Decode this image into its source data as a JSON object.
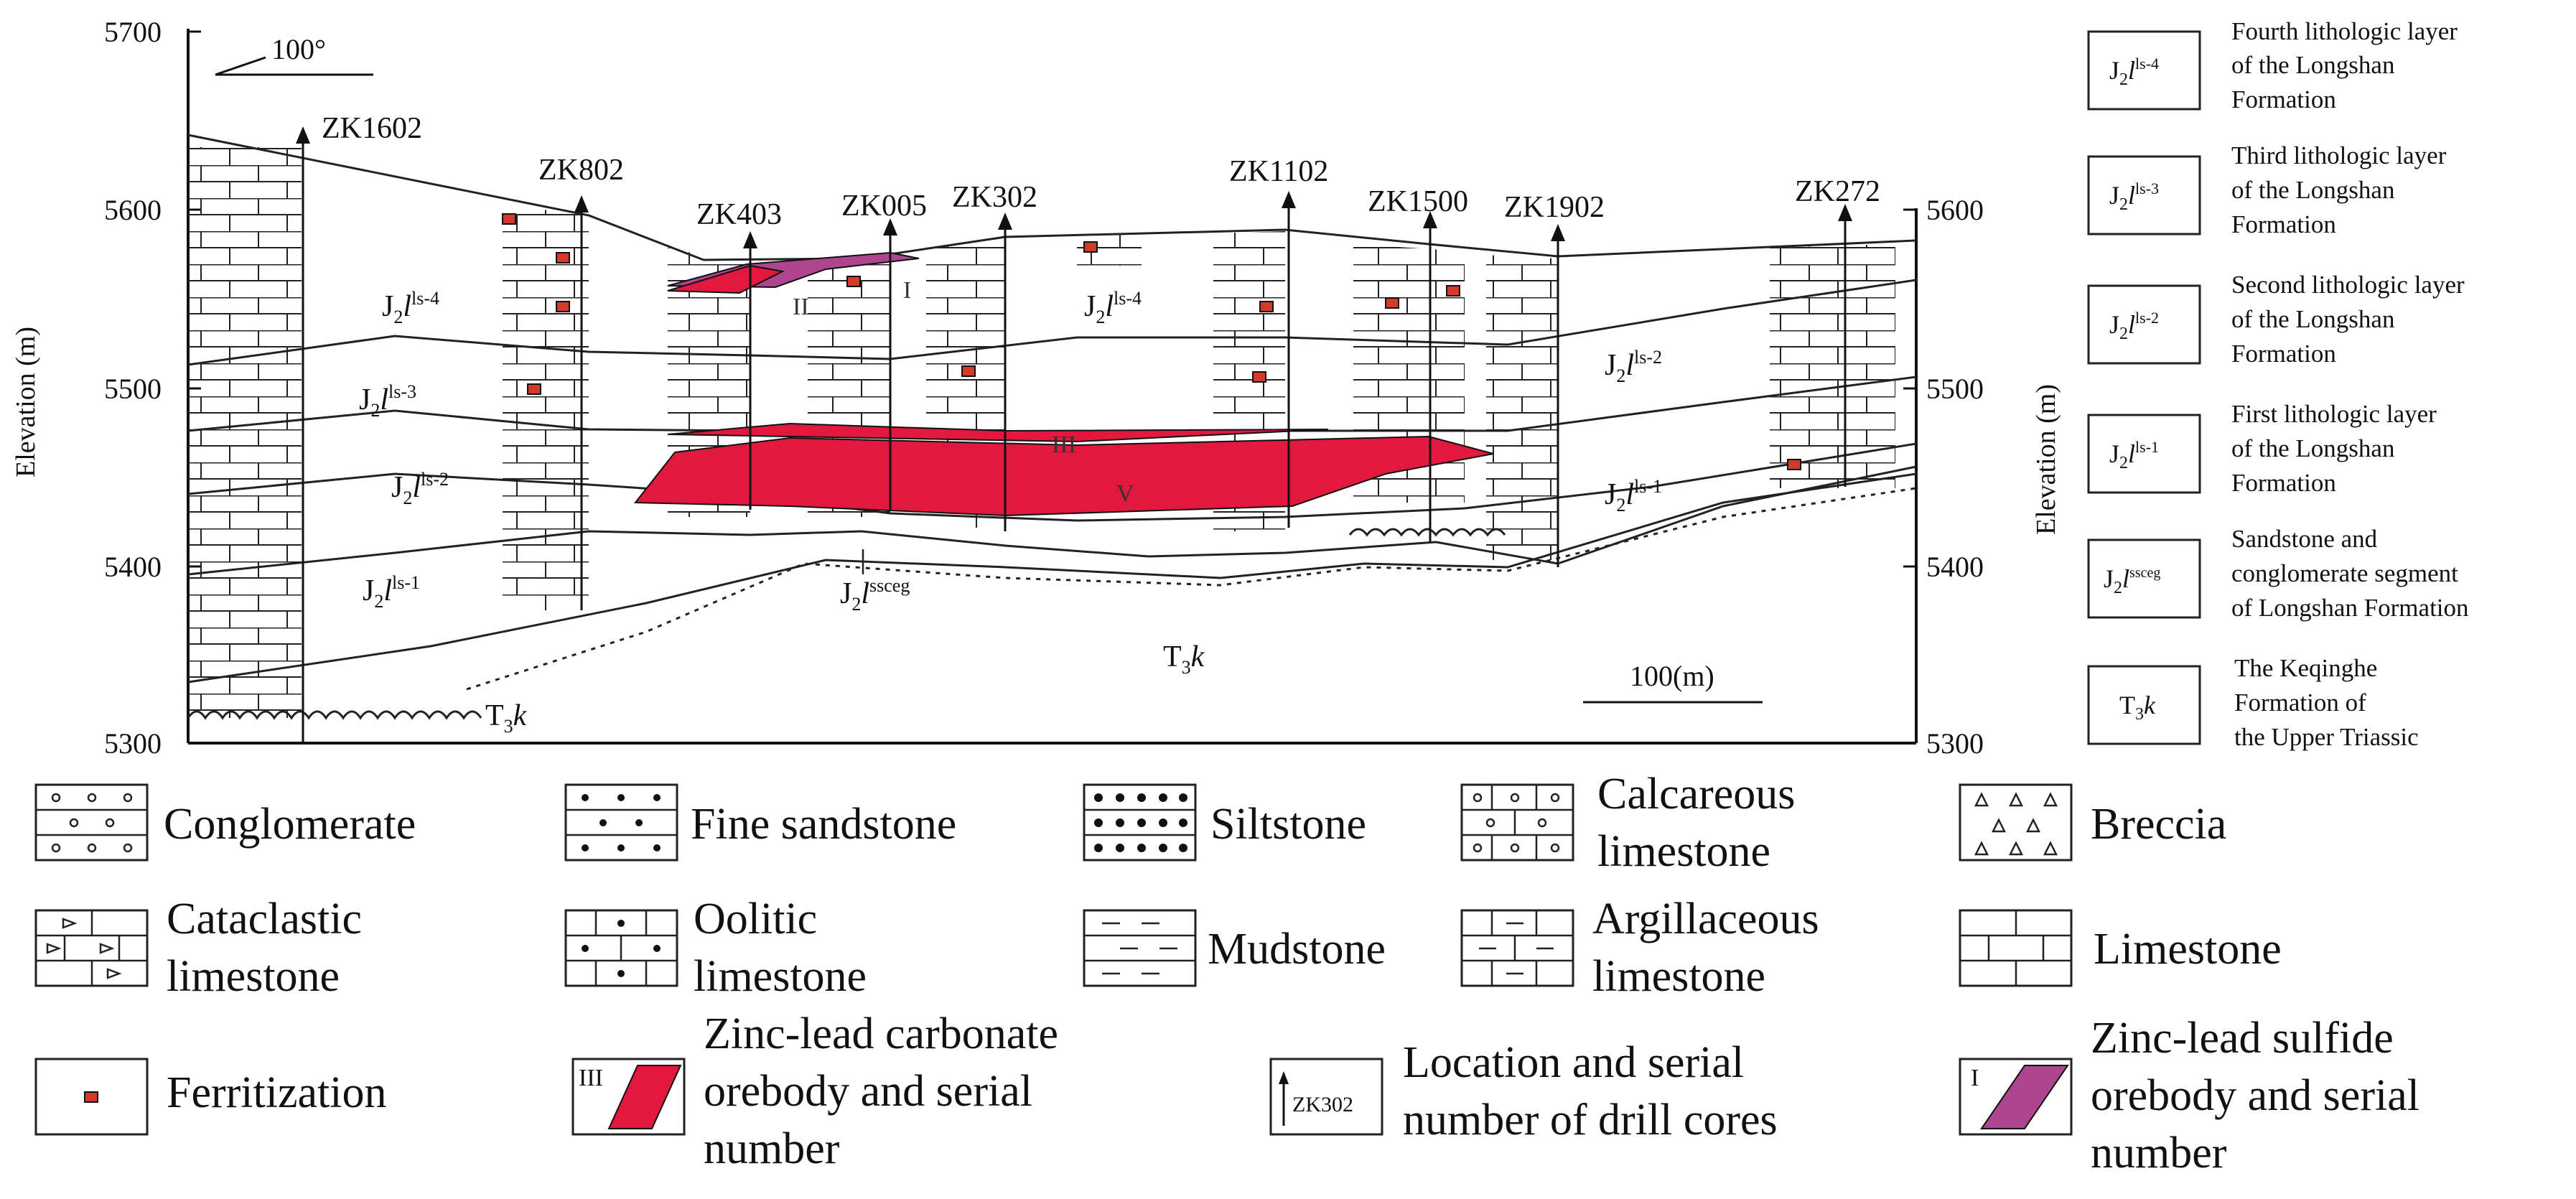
{
  "axes": {
    "left_title": "Elevation (m)",
    "right_title": "Elevation (m)",
    "left_ticks": [
      "5700",
      "5600",
      "5500",
      "5400",
      "5300"
    ],
    "right_ticks": [
      "5600",
      "5500",
      "5400",
      "5300"
    ]
  },
  "orientation": "100°",
  "scale_bar": "100(m)",
  "drill_cores": [
    "ZK1602",
    "ZK802",
    "ZK403",
    "ZK005",
    "ZK302",
    "ZK1102",
    "ZK1500",
    "ZK1902",
    "ZK272"
  ],
  "formations": {
    "ls4": {
      "base": "J",
      "sub": "2",
      "l": "l",
      "sup": "ls-4"
    },
    "ls3": {
      "base": "J",
      "sub": "2",
      "l": "l",
      "sup": "ls-3"
    },
    "ls2": {
      "base": "J",
      "sub": "2",
      "l": "l",
      "sup": "ls-2"
    },
    "ls1": {
      "base": "J",
      "sub": "2",
      "l": "l",
      "sup": "ls-1"
    },
    "ssceg": {
      "base": "J",
      "sub": "2",
      "l": "l",
      "sup": "ssceg"
    },
    "t3k": {
      "base": "T",
      "sub": "3",
      "l": "k"
    }
  },
  "orebodies": [
    "I",
    "II",
    "III",
    "V"
  ],
  "colors": {
    "carbonate_ore": "#e3183e",
    "sulfide_ore": "#b0458f",
    "ferritization": "#d23a2a",
    "line": "#222222"
  },
  "side_legend": [
    {
      "symbol": "J2l ls-4",
      "text": [
        "Fourth lithologic layer",
        "of the Longshan",
        "Formation"
      ]
    },
    {
      "symbol": "J2l ls-3",
      "text": [
        "Third lithologic layer",
        "of the Longshan",
        "Formation"
      ]
    },
    {
      "symbol": "J2l ls-2",
      "text": [
        "Second lithologic layer",
        "of the Longshan",
        "Formation"
      ]
    },
    {
      "symbol": "J2l ls-1",
      "text": [
        "First lithologic layer",
        "of the Longshan",
        "Formation"
      ]
    },
    {
      "symbol": "J2l ssceg",
      "text": [
        "Sandstone and",
        "conglomerate segment",
        "of Longshan Formation"
      ]
    },
    {
      "symbol": "T3k",
      "text": [
        "The Keqinghe",
        "Formation of",
        "the Upper Triassic"
      ]
    }
  ],
  "bottom_legend": {
    "conglomerate": [
      "Conglomerate"
    ],
    "fine_sandstone": [
      "Fine sandstone"
    ],
    "siltstone": [
      "Siltstone"
    ],
    "calcareous_limestone": [
      "Calcareous",
      "limestone"
    ],
    "breccia": [
      "Breccia"
    ],
    "cataclastic_limestone": [
      "Cataclastic",
      "limestone"
    ],
    "oolitic_limestone": [
      "Oolitic",
      "limestone"
    ],
    "mudstone": [
      "Mudstone"
    ],
    "argillaceous_limestone": [
      "Argillaceous",
      "limestone"
    ],
    "limestone": [
      "Limestone"
    ],
    "ferritization": [
      "Ferritization"
    ],
    "carbonate_ore": [
      "Zinc-lead carbonate",
      "orebody and serial",
      "number"
    ],
    "carbonate_ore_num": "III",
    "drill_location": [
      "Location and serial",
      "number of drill cores"
    ],
    "drill_location_sample": "ZK302",
    "sulfide_ore": [
      "Zinc-lead sulfide",
      "orebody and serial",
      "number"
    ],
    "sulfide_ore_num": "I"
  }
}
